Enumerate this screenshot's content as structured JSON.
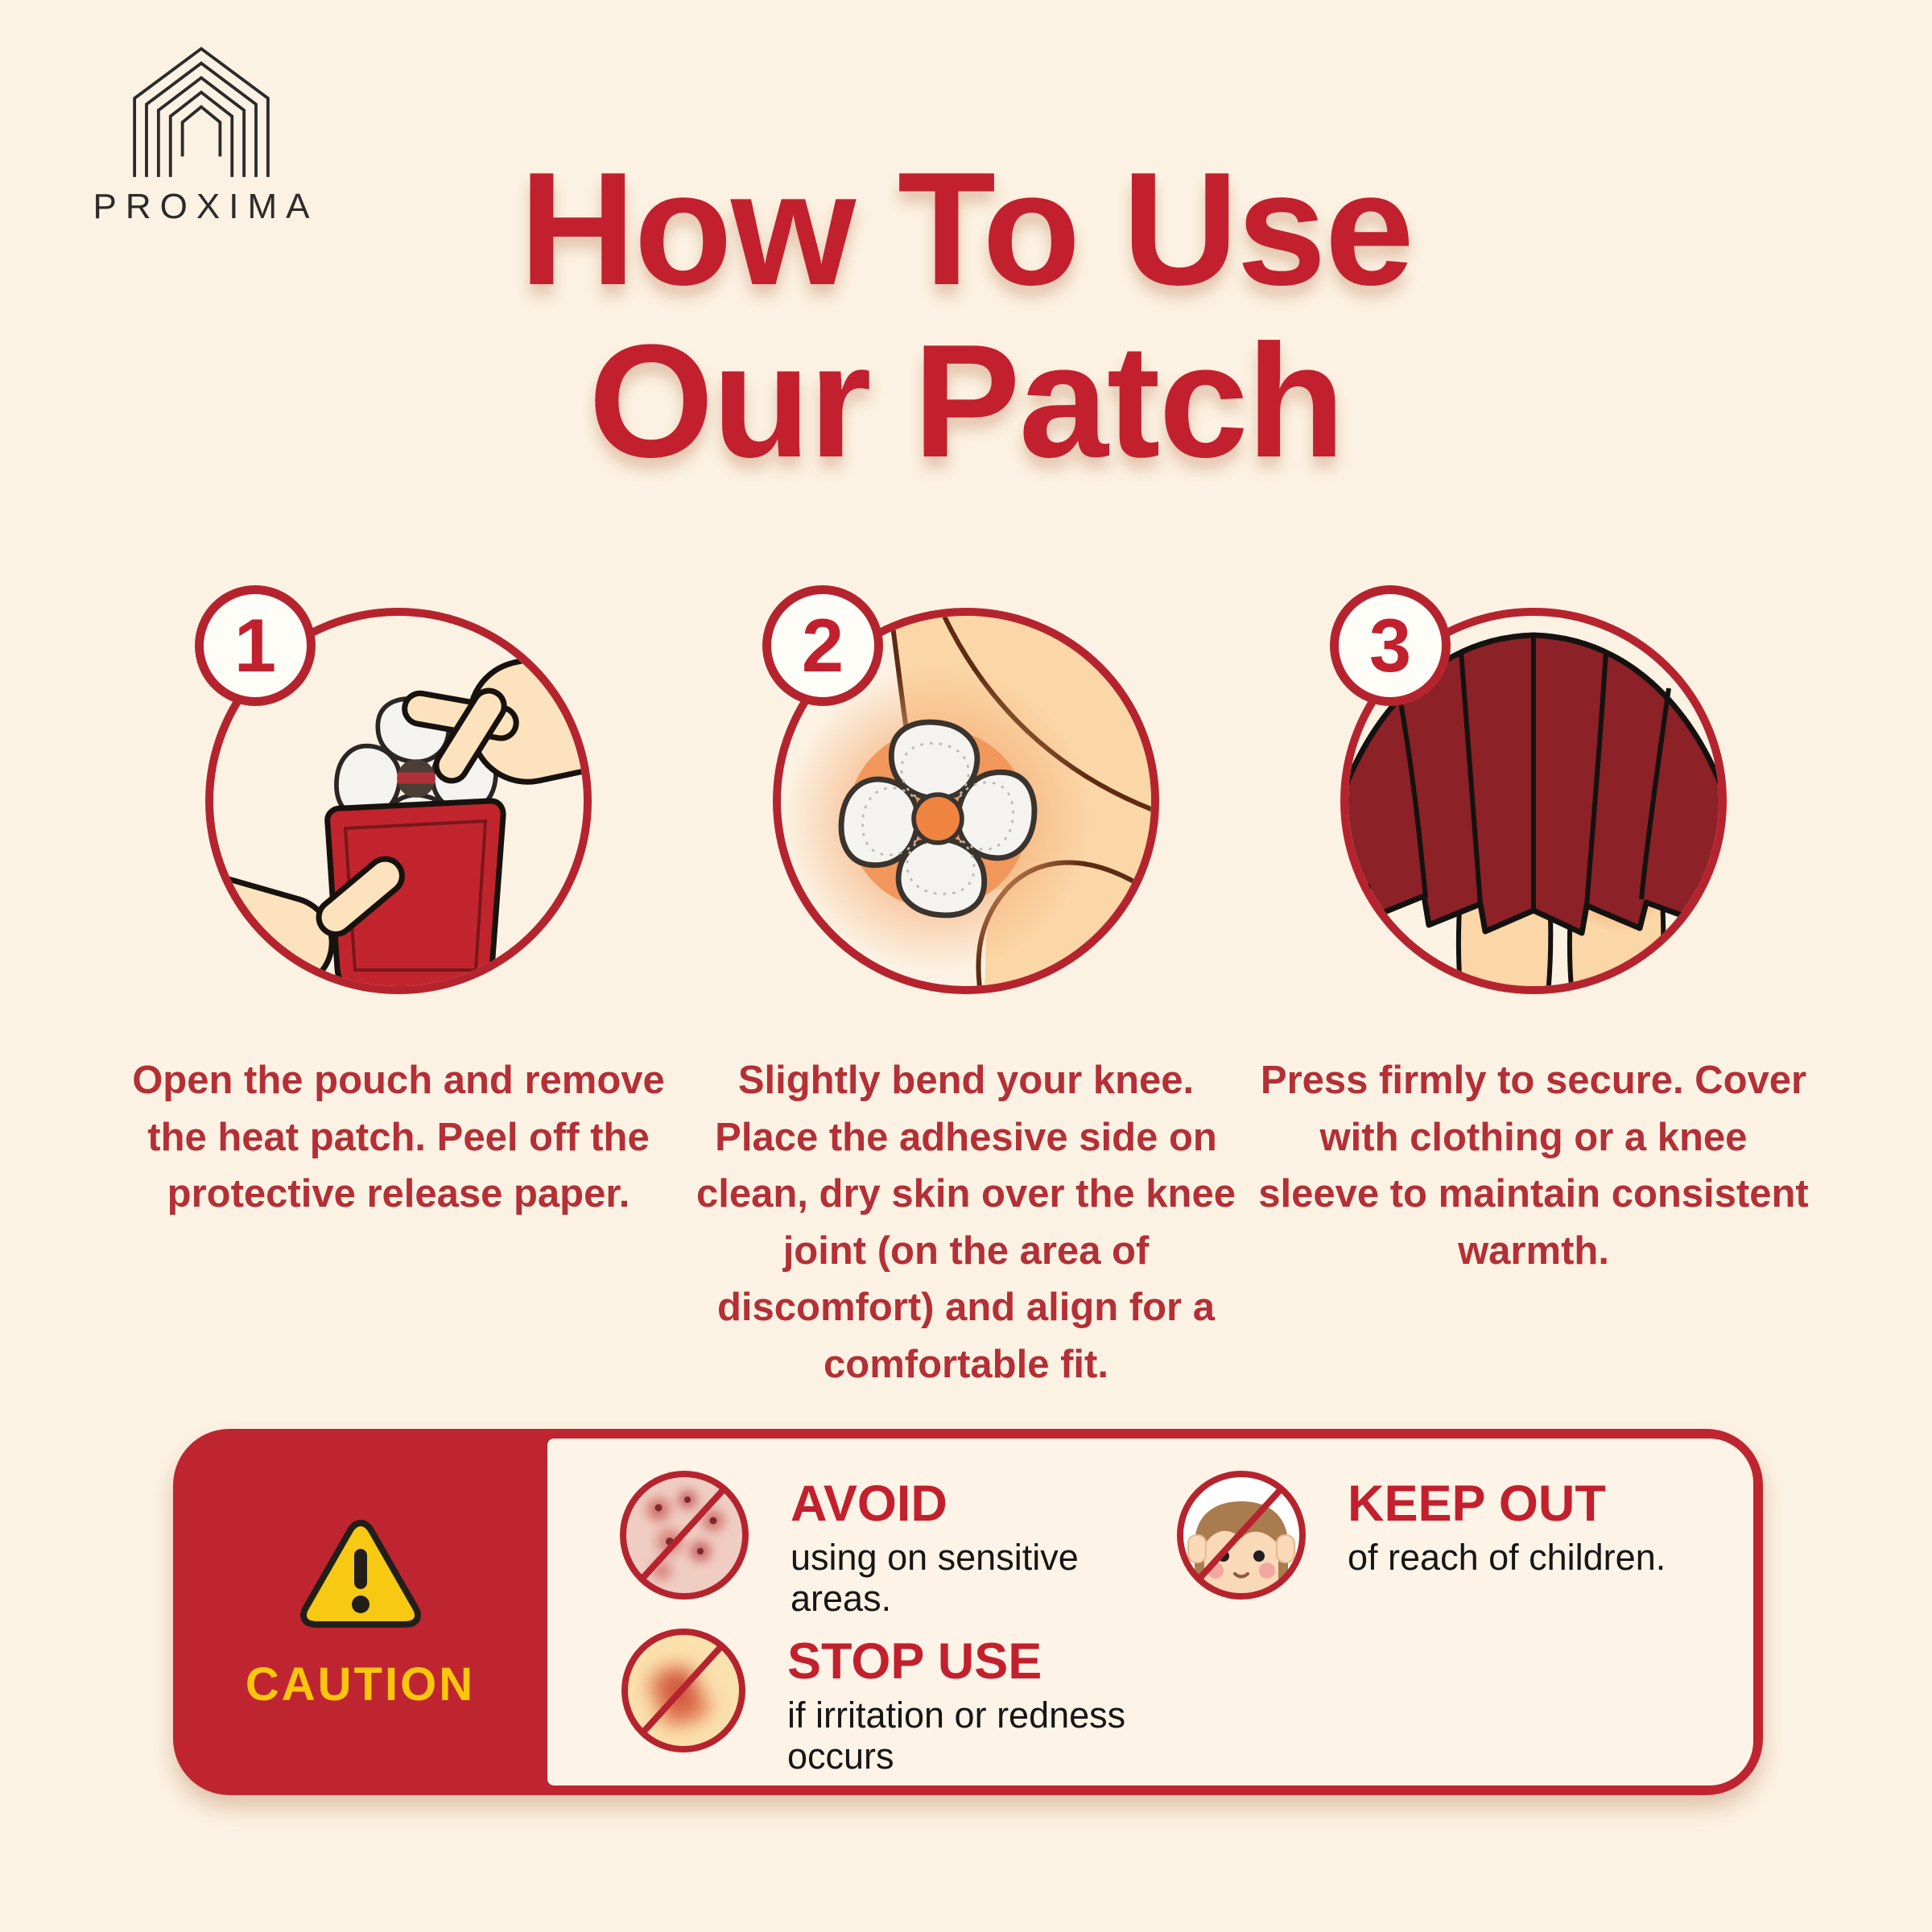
{
  "page": {
    "background": "#fcf2e3",
    "accent_red": "#c2202e",
    "panel_red": "#bf2531",
    "caution_yellow": "#fcc60d"
  },
  "brand": {
    "name": "PROXIMA",
    "logo_icon": "nested-house-logo"
  },
  "title": {
    "line1": "How To Use",
    "line2": "Our Patch"
  },
  "steps": [
    {
      "number": "1",
      "illustration": "hands-removing-patch-from-pouch",
      "caption": "Open the pouch and remove the heat patch. Peel off the protective release paper."
    },
    {
      "number": "2",
      "illustration": "patch-applied-to-bent-knee",
      "caption": "Slightly bend your knee. Place the adhesive side on clean, dry skin over the knee joint (on the area of discomfort) and align for a comfortable fit."
    },
    {
      "number": "3",
      "illustration": "patch-on-knee-covered-by-skirt",
      "caption": "Press firmly to secure. Cover with clothing or a knee sleeve to maintain consistent warmth."
    }
  ],
  "caution": {
    "label": "CAUTION",
    "warning_icon": "warning-triangle-icon",
    "items": [
      {
        "icon": "no-sensitive-skin-icon",
        "title": "AVOID",
        "text": "using on sensitive areas."
      },
      {
        "icon": "no-irritated-skin-icon",
        "title": "STOP USE",
        "text": "if irritation or redness occurs"
      },
      {
        "icon": "no-children-icon",
        "title": "KEEP OUT",
        "text": "of reach of children."
      }
    ]
  }
}
